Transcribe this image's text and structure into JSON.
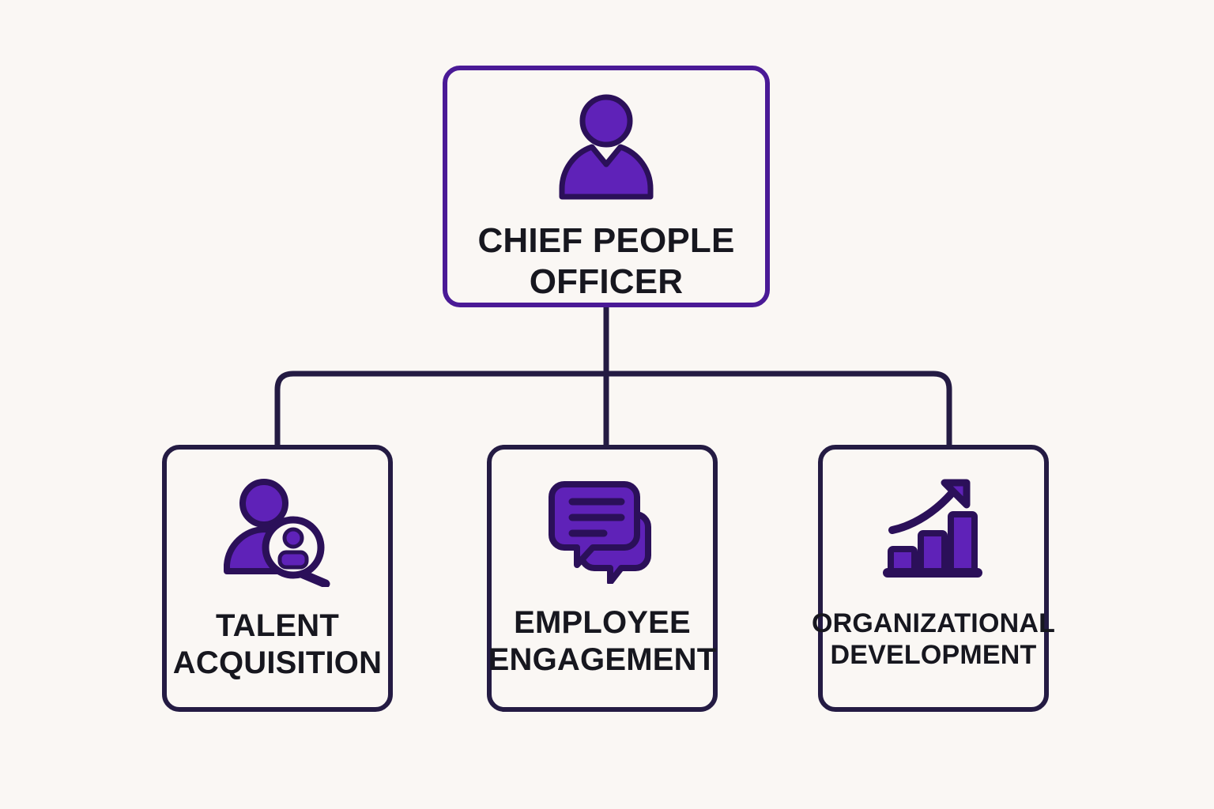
{
  "diagram": {
    "type": "organizational-chart",
    "background_color": "#faf7f4",
    "text_color": "#17171f",
    "root_border_color": "#4a1a96",
    "child_border_color": "#241b43",
    "connector_color": "#241b43",
    "icon_fill_color": "#5f22b8",
    "icon_stroke_color": "#2b1059"
  },
  "root": {
    "label": "CHIEF PEOPLE\nOFFICER",
    "icon": "person-icon"
  },
  "children": [
    {
      "label": "TALENT\nACQUISITION",
      "icon": "person-search-icon"
    },
    {
      "label": "EMPLOYEE\nENGAGEMENT",
      "icon": "chat-bubbles-icon"
    },
    {
      "label": "ORGANIZATIONAL\nDEVELOPMENT",
      "icon": "growth-chart-icon"
    }
  ]
}
